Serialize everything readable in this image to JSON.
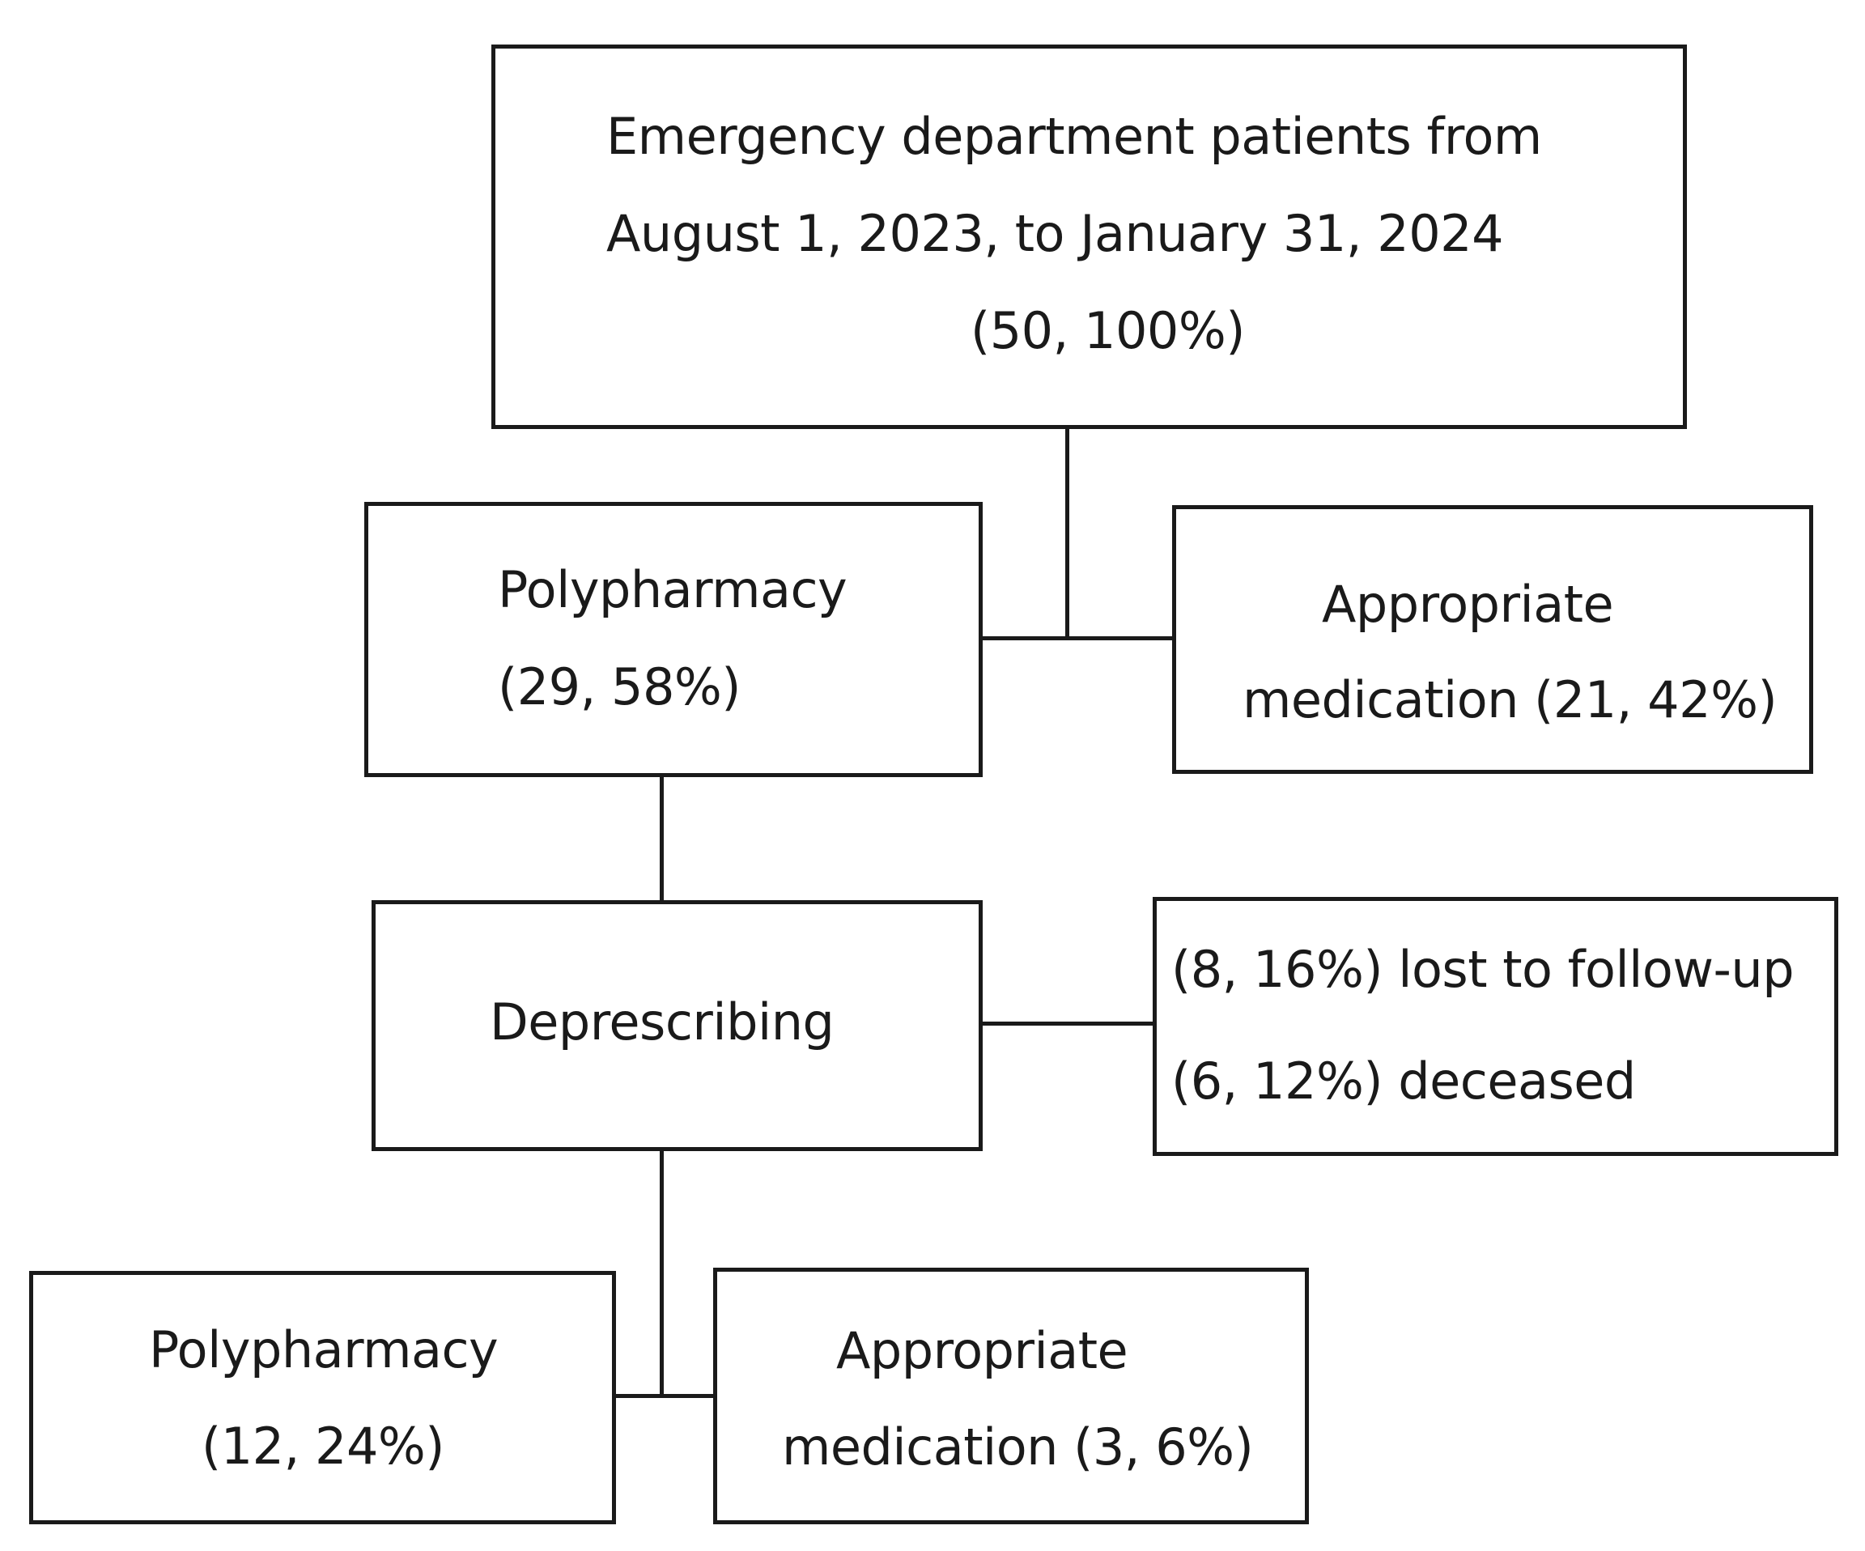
{
  "nodes": {
    "ed_patients": {
      "line1": "Emergency department patients from",
      "line2": "August 1, 2023, to January 31, 2024",
      "line3": "(50, 100%)"
    },
    "polypharmacy_initial": {
      "line1": "Polypharmacy",
      "line2": "(29, 58%)"
    },
    "appropriate_initial": {
      "line1": "Appropriate",
      "line2": "medication (21, 42%)"
    },
    "deprescribing": {
      "line1": "Deprescribing"
    },
    "excluded": {
      "line1": "(8, 16%) lost to follow-up",
      "line2": "(6, 12%) deceased"
    },
    "polypharmacy_final": {
      "line1": "Polypharmacy",
      "line2": "(12, 24%)"
    },
    "appropriate_final": {
      "line1": "Appropriate",
      "line2": "medication (3, 6%)"
    }
  }
}
